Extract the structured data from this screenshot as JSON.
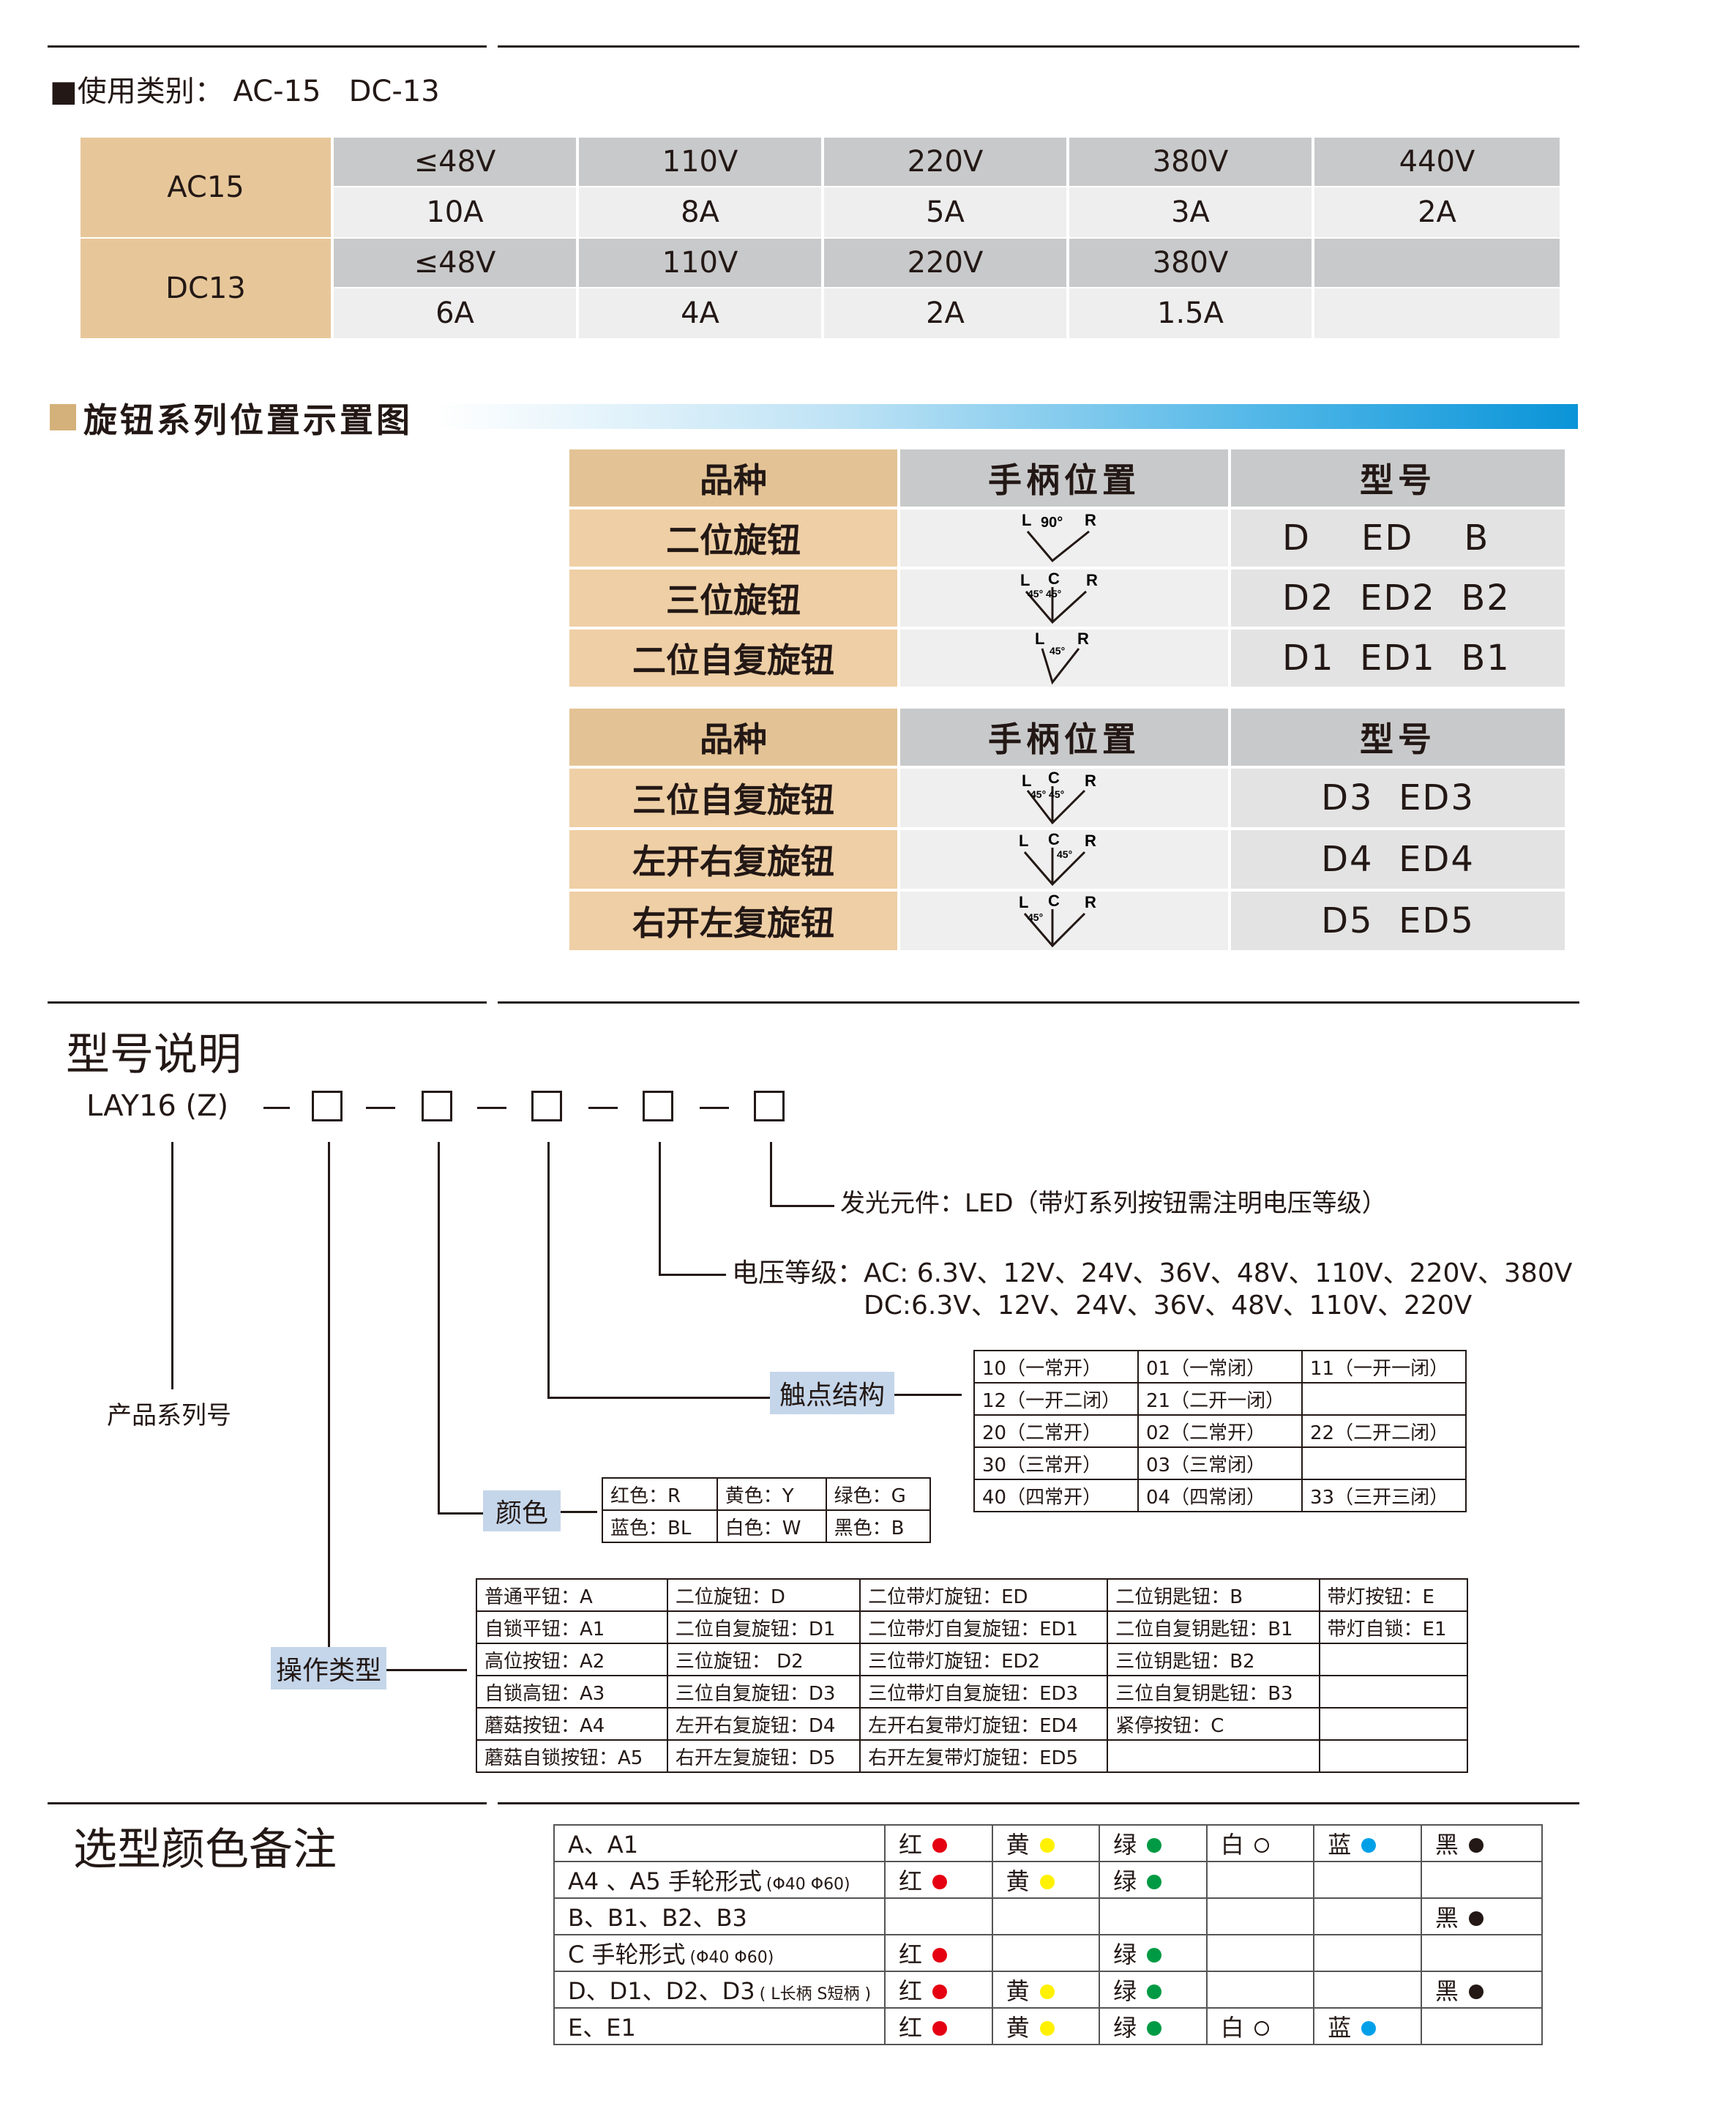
{
  "usage": {
    "label": "■使用类别：",
    "categories": "AC-15   DC-13",
    "table": {
      "ac15": {
        "name": "AC15",
        "voltages": [
          "≤48V",
          "110V",
          "220V",
          "380V",
          "440V"
        ],
        "currents": [
          "10A",
          "8A",
          "5A",
          "3A",
          "2A"
        ]
      },
      "dc13": {
        "name": "DC13",
        "voltages": [
          "≤48V",
          "110V",
          "220V",
          "380V",
          ""
        ],
        "currents": [
          "6A",
          "4A",
          "2A",
          "1.5A",
          ""
        ]
      }
    }
  },
  "knob_section": {
    "title": "旋钮系列位置示置图",
    "table1": {
      "headers": [
        "品种",
        "手柄位置",
        "型号"
      ],
      "rows": [
        {
          "name": "二位旋钮",
          "model": "D    ED    B",
          "diag": {
            "l": "L",
            "c": "",
            "r": "R",
            "angle": "90°"
          }
        },
        {
          "name": "三位旋钮",
          "model": "D2  ED2  B2",
          "diag": {
            "l": "L",
            "c": "C",
            "r": "R",
            "angle": "45° 45°"
          }
        },
        {
          "name": "二位自复旋钮",
          "model": "D1  ED1  B1",
          "diag": {
            "l": "L",
            "c": "",
            "r": "R",
            "angle": "45°"
          }
        }
      ]
    },
    "table2": {
      "headers": [
        "品种",
        "手柄位置",
        "型号"
      ],
      "rows": [
        {
          "name": "三位自复旋钮",
          "model": "D3  ED3",
          "diag": {
            "l": "L",
            "c": "C",
            "r": "R",
            "angle": "45° 45°"
          }
        },
        {
          "name": "左开右复旋钮",
          "model": "D4  ED4",
          "diag": {
            "l": "L",
            "c": "C",
            "r": "R",
            "angle": "45°"
          }
        },
        {
          "name": "右开左复旋钮",
          "model": "D5  ED5",
          "diag": {
            "l": "L",
            "c": "C",
            "r": "R",
            "angle": "45°"
          }
        }
      ]
    }
  },
  "model_section": {
    "title": "型号说明",
    "code": "LAY16 (Z)",
    "series_label": "产品系列号",
    "led_label": "发光元件：LED（带灯系列按钮需注明电压等级）",
    "voltage_line1": "电压等级：AC: 6.3V、12V、24V、36V、48V、110V、220V、380V",
    "voltage_line2": "DC:6.3V、12V、24V、36V、48V、110V、220V",
    "contact_tag": "触点结构",
    "contact_rows": [
      [
        "10（一常开）",
        "01（一常闭）",
        "11（一开一闭）"
      ],
      [
        "12（一开二闭）",
        "21（二开一闭）",
        ""
      ],
      [
        "20（二常开）",
        "02（二常开）",
        "22（二开二闭）"
      ],
      [
        "30（三常开）",
        "03（三常闭）",
        ""
      ],
      [
        "40（四常开）",
        "04（四常闭）",
        "33（三开三闭）"
      ]
    ],
    "color_tag": "颜色",
    "color_rows": [
      [
        "红色：R",
        "黄色：Y",
        "绿色：G"
      ],
      [
        "蓝色：BL",
        "白色：W",
        "黑色：B"
      ]
    ],
    "op_tag": "操作类型",
    "op_rows": [
      [
        "普通平钮：A",
        "二位旋钮：D",
        "二位带灯旋钮：ED",
        "二位钥匙钮：B",
        "带灯按钮：E"
      ],
      [
        "自锁平钮：A1",
        "二位自复旋钮：D1",
        "二位带灯自复旋钮：ED1",
        "二位自复钥匙钮：B1",
        "带灯自锁：E1"
      ],
      [
        "高位按钮：A2",
        "三位旋钮： D2",
        "三位带灯旋钮：ED2",
        "三位钥匙钮：B2",
        ""
      ],
      [
        "自锁高钮：A3",
        "三位自复旋钮：D3",
        "三位带灯自复旋钮：ED3",
        "三位自复钥匙钮：B3",
        ""
      ],
      [
        "蘑菇按钮：A4",
        "左开右复旋钮：D4",
        "左开右复带灯旋钮：ED4",
        "紧停按钮：C",
        ""
      ],
      [
        "蘑菇自锁按钮：A5",
        "右开左复旋钮：D5",
        "右开左复带灯旋钮：ED5",
        "",
        ""
      ]
    ]
  },
  "color_notes": {
    "title": "选型颜色备注",
    "colors": {
      "red": "#e50012",
      "yellow": "#fff100",
      "green": "#009a44",
      "blue": "#00a0e9",
      "black": "#231815"
    },
    "rows": [
      {
        "label": "A、A1",
        "note": "",
        "cells": [
          "红",
          "黄",
          "绿",
          "白",
          "蓝",
          "黑"
        ]
      },
      {
        "label": "A4 、A5 手轮形式",
        "note": "(Φ40  Φ60)",
        "cells": [
          "红",
          "黄",
          "绿",
          "",
          "",
          ""
        ]
      },
      {
        "label": "B、B1、B2、B3",
        "note": "",
        "cells": [
          "",
          "",
          "",
          "",
          "",
          "黑"
        ]
      },
      {
        "label": "C 手轮形式",
        "note": "(Φ40  Φ60)",
        "cells": [
          "红",
          "",
          "绿",
          "",
          "",
          ""
        ]
      },
      {
        "label": "D、D1、D2、D3",
        "note": "( L长柄  S短柄 )",
        "cells": [
          "红",
          "黄",
          "绿",
          "",
          "",
          "黑"
        ]
      },
      {
        "label": "E、E1",
        "note": "",
        "cells": [
          "红",
          "黄",
          "绿",
          "白",
          "蓝",
          ""
        ]
      }
    ]
  }
}
